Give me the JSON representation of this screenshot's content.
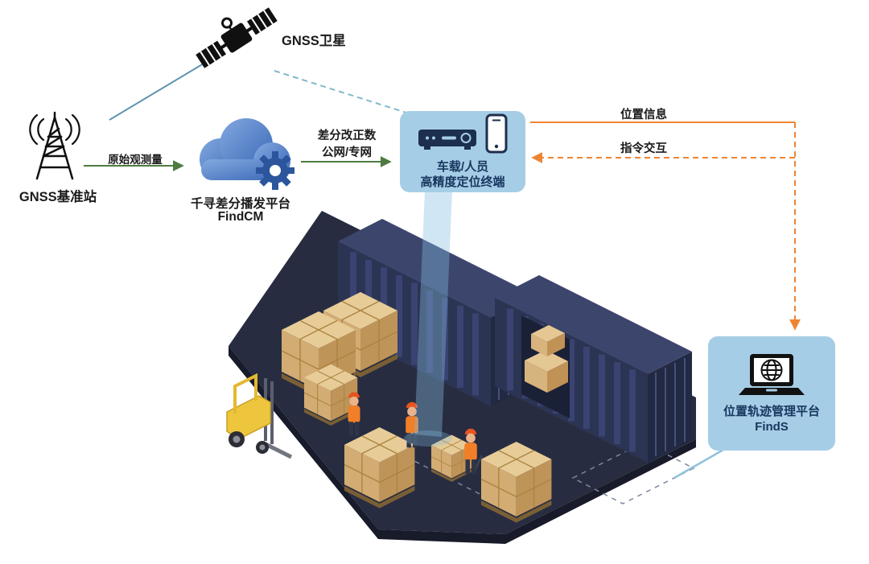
{
  "nodes": {
    "satellite": {
      "label": "GNSS卫星"
    },
    "base_station": {
      "label": "GNSS基准站"
    },
    "cloud_platform": {
      "name": "千寻差分播发平台",
      "product": "FindCM"
    },
    "terminal": {
      "line1": "车载/人员",
      "line2": "高精度定位终端"
    },
    "management_platform": {
      "name": "位置轨迹管理平台",
      "product": "FindS"
    }
  },
  "links": {
    "raw_observation": {
      "label": "原始观测量"
    },
    "correction": {
      "line1": "差分改正数",
      "line2": "公网/专网"
    },
    "position_info": {
      "label": "位置信息"
    },
    "command_interaction": {
      "label": "指令交互"
    }
  },
  "colors": {
    "link_green": "#4e7b41",
    "link_orange": "#ee8533",
    "link_teal": "#5d96ad",
    "link_dashed_blue": "#82b8cc",
    "node_background": "#a6cde6",
    "node_text": "#17375e",
    "cloud_blue": "#4a77c4",
    "gear_blue": "#2b569e",
    "floor_navy": "#272c40",
    "container_navy": "#2c3454",
    "carton_tan": "#d2ac73",
    "forklift_yellow": "#eec63e"
  }
}
